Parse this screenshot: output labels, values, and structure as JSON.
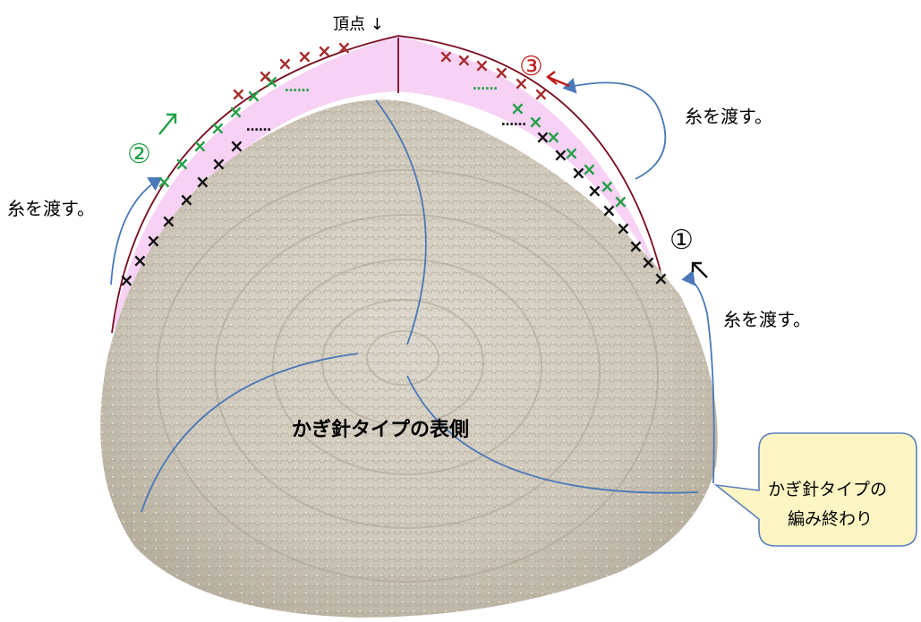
{
  "labels": {
    "apex": "頂点 ↓",
    "pass_yarn_left": "糸を渡す。",
    "pass_yarn_right_top": "糸を渡す。",
    "pass_yarn_right_bottom": "糸を渡す。",
    "front_side": "かぎ針タイプの表側",
    "callout_line1": "かぎ針タイプの",
    "callout_line2": "編み終わり"
  },
  "steps": {
    "one": "①",
    "two": "②",
    "three": "③"
  },
  "stitch_symbol": "×",
  "dots": "……",
  "colors": {
    "band_fill": "#f7d2f5",
    "outline": "#7a0d22",
    "stitch_black": "#111111",
    "stitch_green": "#22a046",
    "stitch_red": "#a52a2a",
    "blue_line": "#4a78b8",
    "callout_fill": "#fdf6c4",
    "callout_stroke": "#5b7fbf",
    "crochet_base": "#d8d2c6",
    "crochet_shadow": "#b9b2a4"
  }
}
